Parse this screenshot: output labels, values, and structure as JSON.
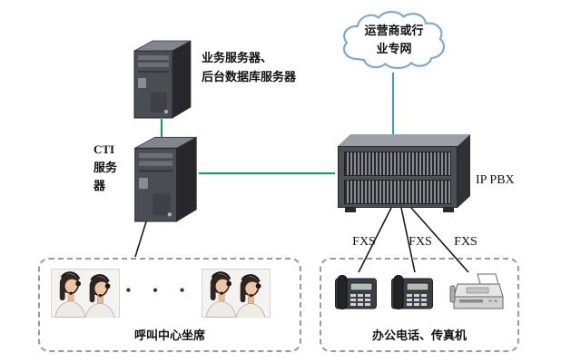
{
  "labels": {
    "cloud": "运营商或行\n业专网",
    "business_server": "业务服务器、\n后台数据库服务器",
    "cti_server": "CTI\n服务\n器",
    "ip_pbx": "IP PBX",
    "call_center": "呼叫中心坐席",
    "office_devices": "办公电话、传真机",
    "ellipsis": "• • •"
  },
  "fxs_labels": [
    "FXS",
    "FXS",
    "FXS"
  ],
  "colors": {
    "green_line": "#00a859",
    "blue_line": "#2f9fd0",
    "black_line": "#1a1a1a",
    "cloud_stroke": "#74a9d8",
    "cloud_fill": "#ffffff"
  }
}
